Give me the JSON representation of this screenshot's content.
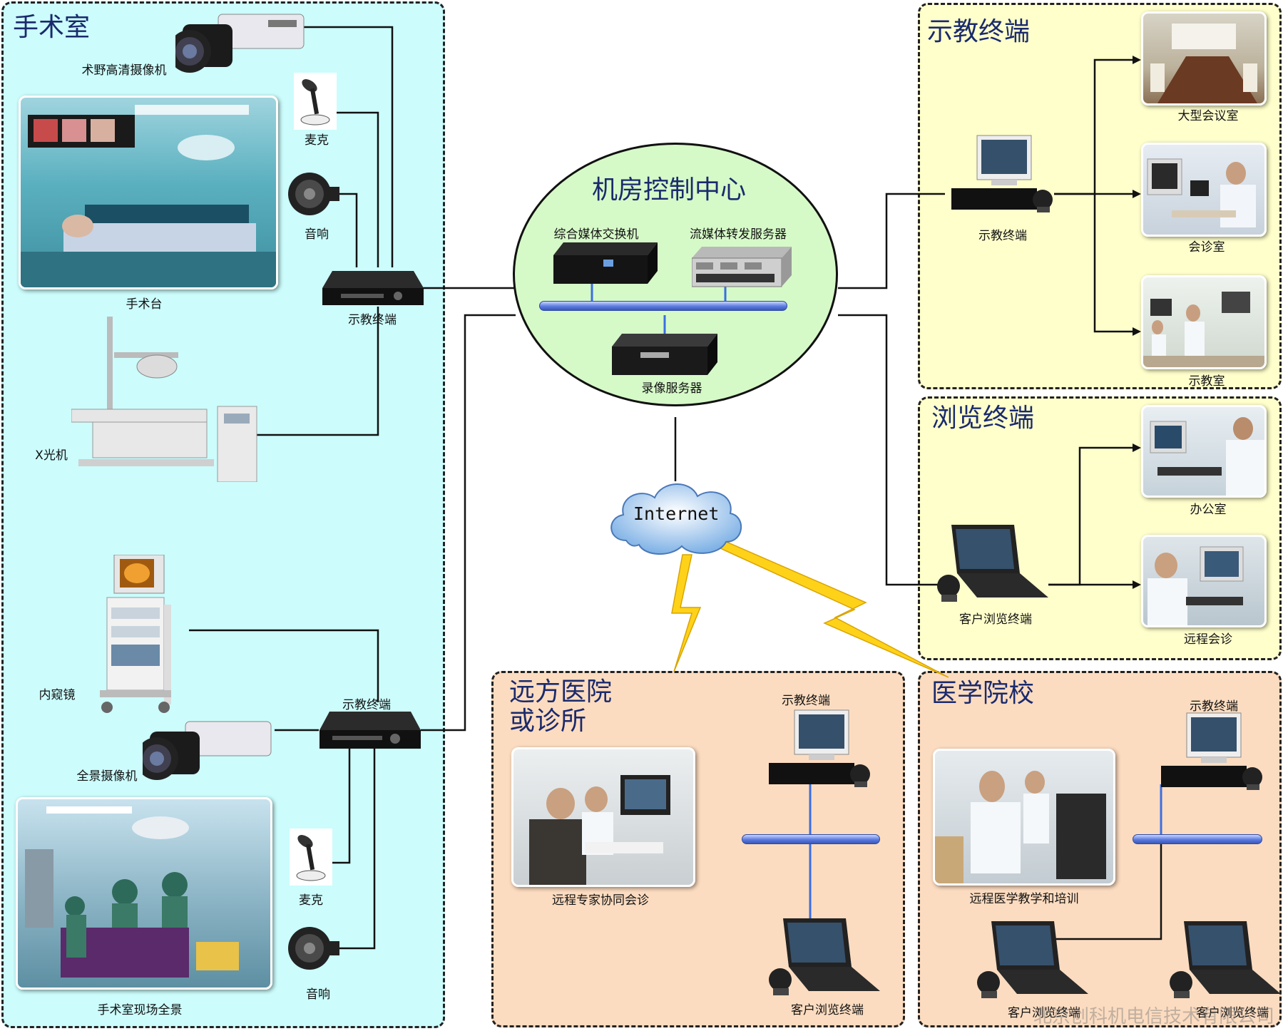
{
  "zones": {
    "operating_room": "手术室",
    "teaching_terminal": "示教终端",
    "browse_terminal": "浏览终端",
    "remote_hospital": "远方医院\n或诊所",
    "medical_school": "医学院校",
    "control_center": "机房控制中心"
  },
  "labels": {
    "hd_camera": "术野高清摄像机",
    "mic_1": "麦克",
    "speaker_1": "音响",
    "operating_table": "手术台",
    "terminal_1": "示教终端",
    "xray": "X光机",
    "endoscope": "内窥镜",
    "terminal_2": "示教终端",
    "panorama_camera": "全景摄像机",
    "mic_2": "麦克",
    "speaker_2": "音响",
    "or_panorama": "手术室现场全景",
    "media_switch": "综合媒体交换机",
    "streaming_server": "流媒体转发服务器",
    "recording_server": "录像服务器",
    "internet": "Internet",
    "teach_terminal_right": "示教终端",
    "large_meeting_room": "大型会议室",
    "consultation_room": "会诊室",
    "teaching_room": "示教室",
    "client_browser_right": "客户浏览终端",
    "office": "办公室",
    "remote_consult": "远程会诊",
    "remote_expert": "远程专家协同会诊",
    "remote_terminal": "示教终端",
    "remote_client": "客户浏览终端",
    "remote_training": "远程医学教学和培训",
    "school_terminal": "示教终端",
    "school_client_1": "客户浏览终端",
    "school_client_2": "客户浏览终端"
  },
  "watermark": "北京创科机电信技术有限公司",
  "colors": {
    "or_bg": "#ccfcfc",
    "terminal_bg": "#ffffcc",
    "remote_bg": "#fcdcc0",
    "center_bg": "#d6f9c8",
    "title": "#1a2a6c",
    "bolt": "#ffd21a"
  }
}
